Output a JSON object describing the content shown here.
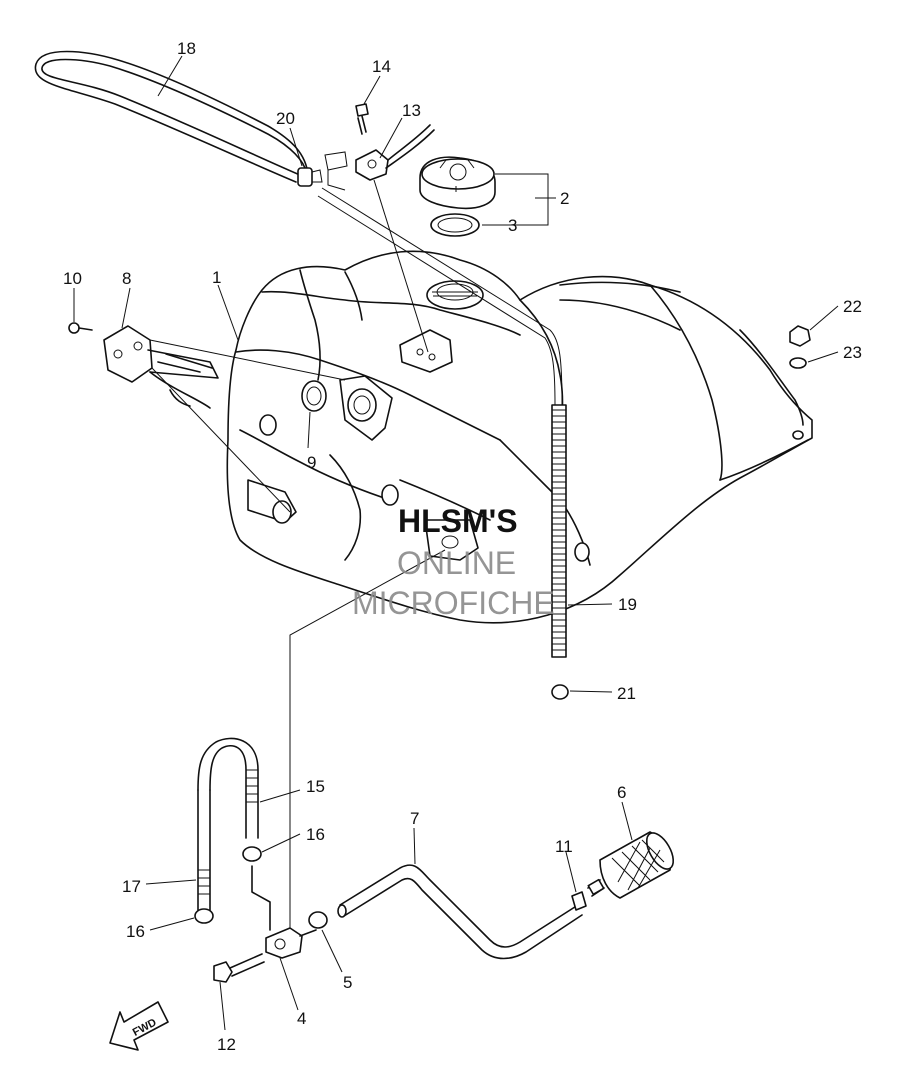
{
  "watermark": {
    "line1": "HLSM'S",
    "line2": "ONLINE",
    "line3": "MICROFICHE"
  },
  "direction_arrow": {
    "label": "FWD"
  },
  "callouts": {
    "c1": "1",
    "c2": "2",
    "c3": "3",
    "c4": "4",
    "c5": "5",
    "c6": "6",
    "c7": "7",
    "c8": "8",
    "c9": "9",
    "c10": "10",
    "c11": "11",
    "c12": "12",
    "c13": "13",
    "c14": "14",
    "c15": "15",
    "c16a": "16",
    "c16b": "16",
    "c17": "17",
    "c18": "18",
    "c19": "19",
    "c20": "20",
    "c21": "21",
    "c22": "22",
    "c23": "23"
  }
}
